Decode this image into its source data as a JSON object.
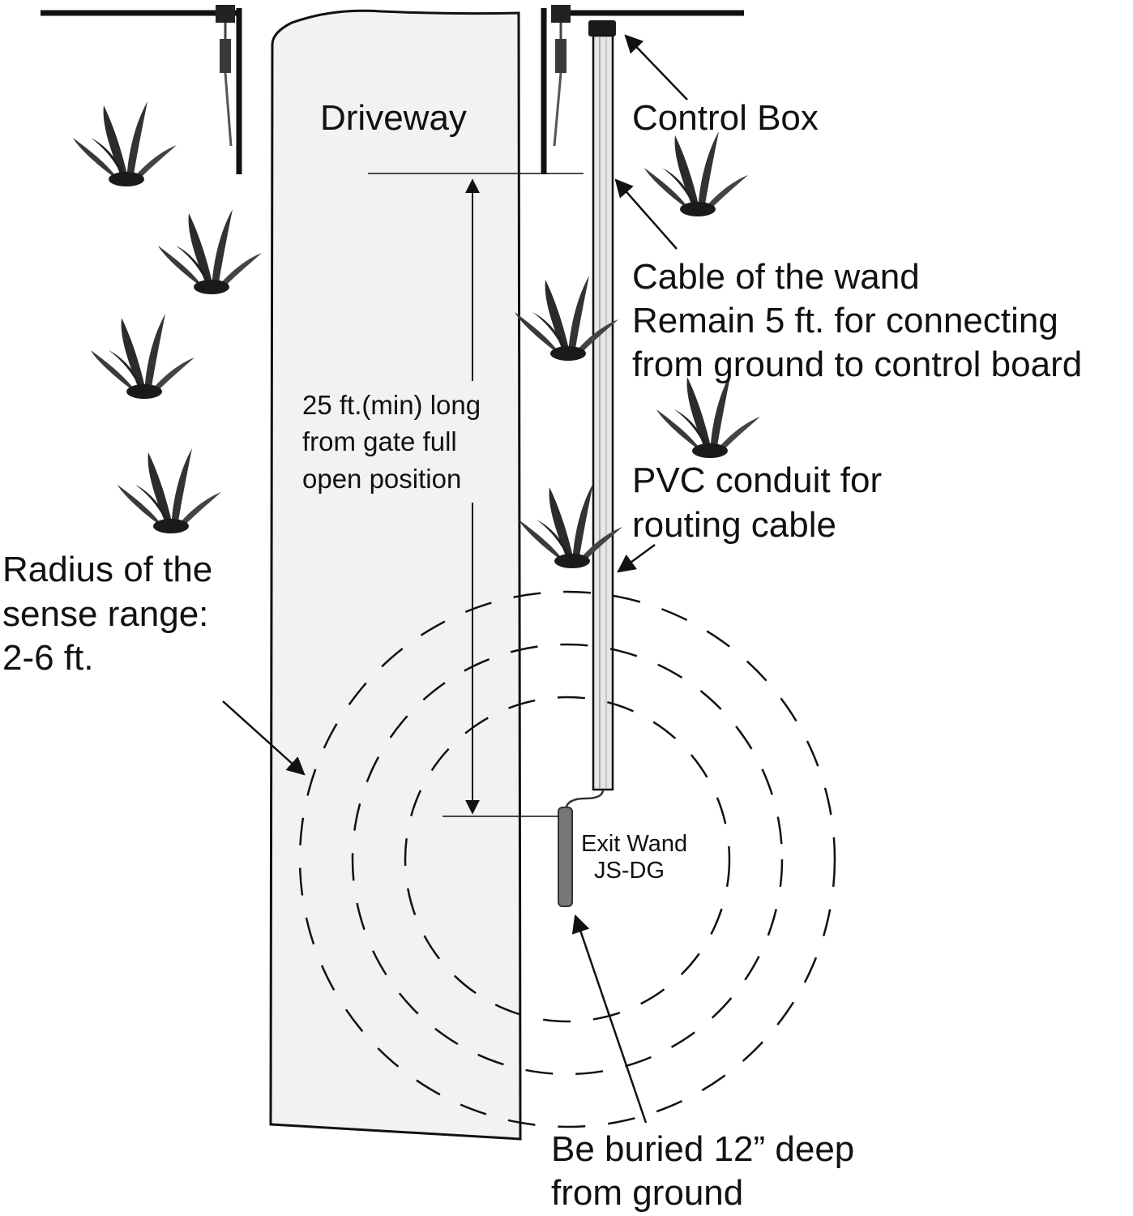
{
  "labels": {
    "driveway": "Driveway",
    "control_box": "Control Box",
    "cable": [
      "Cable of the wand",
      "Remain 5 ft. for connecting",
      "from ground to control board"
    ],
    "distance": [
      "25 ft.(min) long",
      "from gate full",
      "open position"
    ],
    "conduit": [
      "PVC conduit for",
      "routing cable"
    ],
    "radius": [
      "Radius of the",
      "sense range:",
      "2-6 ft."
    ],
    "wand": [
      "Exit Wand",
      "JS-DG"
    ],
    "buried": [
      "Be buried 12” deep",
      "from ground"
    ]
  },
  "icons": {
    "grass": "grass-tuft-icon",
    "arrow": "arrow-icon",
    "gate_operator": "gate-operator-icon"
  },
  "colors": {
    "line": "#111111",
    "driveway_fill": "#f2f2f2",
    "grass": "#333333",
    "wand": "#777777",
    "conduit": "#e6e6e6"
  }
}
